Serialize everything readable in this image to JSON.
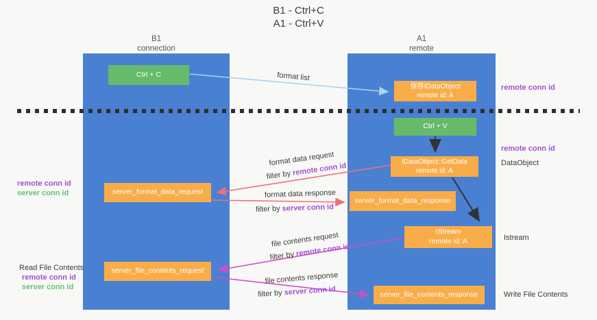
{
  "title": {
    "line1": "B1 - Ctrl+C",
    "line2": "A1 - Ctrl+V"
  },
  "colors": {
    "column_blue": "#4a80d2",
    "box_green": "#66bb6a",
    "box_orange": "#f9ad49",
    "arrow_blue": "#a9d3ee",
    "arrow_red": "#ee707b",
    "arrow_magenta": "#cb4fc3",
    "arrow_black": "#333333",
    "text_purple": "#a44fcf",
    "text_green": "#67c172"
  },
  "columns": {
    "left": {
      "name": "B1",
      "role": "connection"
    },
    "right": {
      "name": "A1",
      "role": "remote"
    }
  },
  "nodes": {
    "ctrl_c": {
      "label": "Ctrl + C"
    },
    "save_dataobject": {
      "line1": "保存IDataObject",
      "line2": "remote id: A"
    },
    "ctrl_v": {
      "label": "Ctrl + V"
    },
    "getdata": {
      "line1": "IDataObject::GetData",
      "line2": "remote id: A"
    },
    "format_request": {
      "label": "server_format_data_request"
    },
    "format_response": {
      "label": "server_format_data_response"
    },
    "istream": {
      "line1": "IStream",
      "line2": "remote id: A"
    },
    "file_request": {
      "label": "server_file_contents_request"
    },
    "file_response": {
      "label": "server_file_contents_response"
    }
  },
  "edge_labels": {
    "format_list": "format list",
    "format_data_request": "format data request",
    "format_data_response": "format data response",
    "file_contents_request": "file contents request",
    "file_contents_response": "file contents response",
    "filter_by": "filter by",
    "remote_conn_id": "remote conn id",
    "server_conn_id": "server conn id"
  },
  "side_labels": {
    "remote_conn_id": "remote conn id",
    "server_conn_id": "server conn id",
    "dataobject": "DataObject",
    "istream": "Istream",
    "read_file_contents": "Read File Contents",
    "write_file_contents": "Write File Contents"
  }
}
